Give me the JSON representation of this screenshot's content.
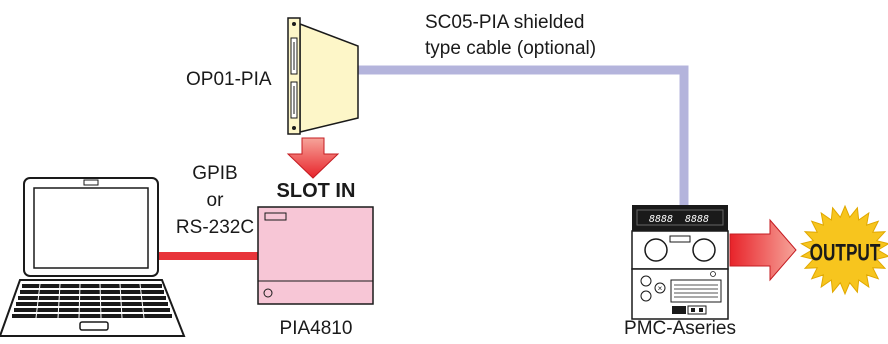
{
  "labels": {
    "card_name": "OP01-PIA",
    "cable_line1": "SC05-PIA shielded",
    "cable_line2": "type cable (optional)",
    "link_line1": "GPIB",
    "link_line2": "or",
    "link_line3": "RS-232C",
    "slot_in": "SLOT IN",
    "controller_name": "PIA4810",
    "supply_name": "PMC-Aseries",
    "output": "OUTPUT",
    "display_left": "8888",
    "display_right": "8888"
  },
  "colors": {
    "cable_shielded": "#b4b4dc",
    "link_cable": "#e8343a",
    "card_face": "#fdf6c8",
    "controller_body": "#f7c6d6",
    "slot_arrow": "#e8423a",
    "output_arrow": "#e8423a",
    "output_burst": "#f7c51e"
  },
  "icons": [
    "laptop-icon",
    "expansion-card-icon",
    "controller-box-icon",
    "power-supply-icon",
    "output-burst-icon"
  ]
}
